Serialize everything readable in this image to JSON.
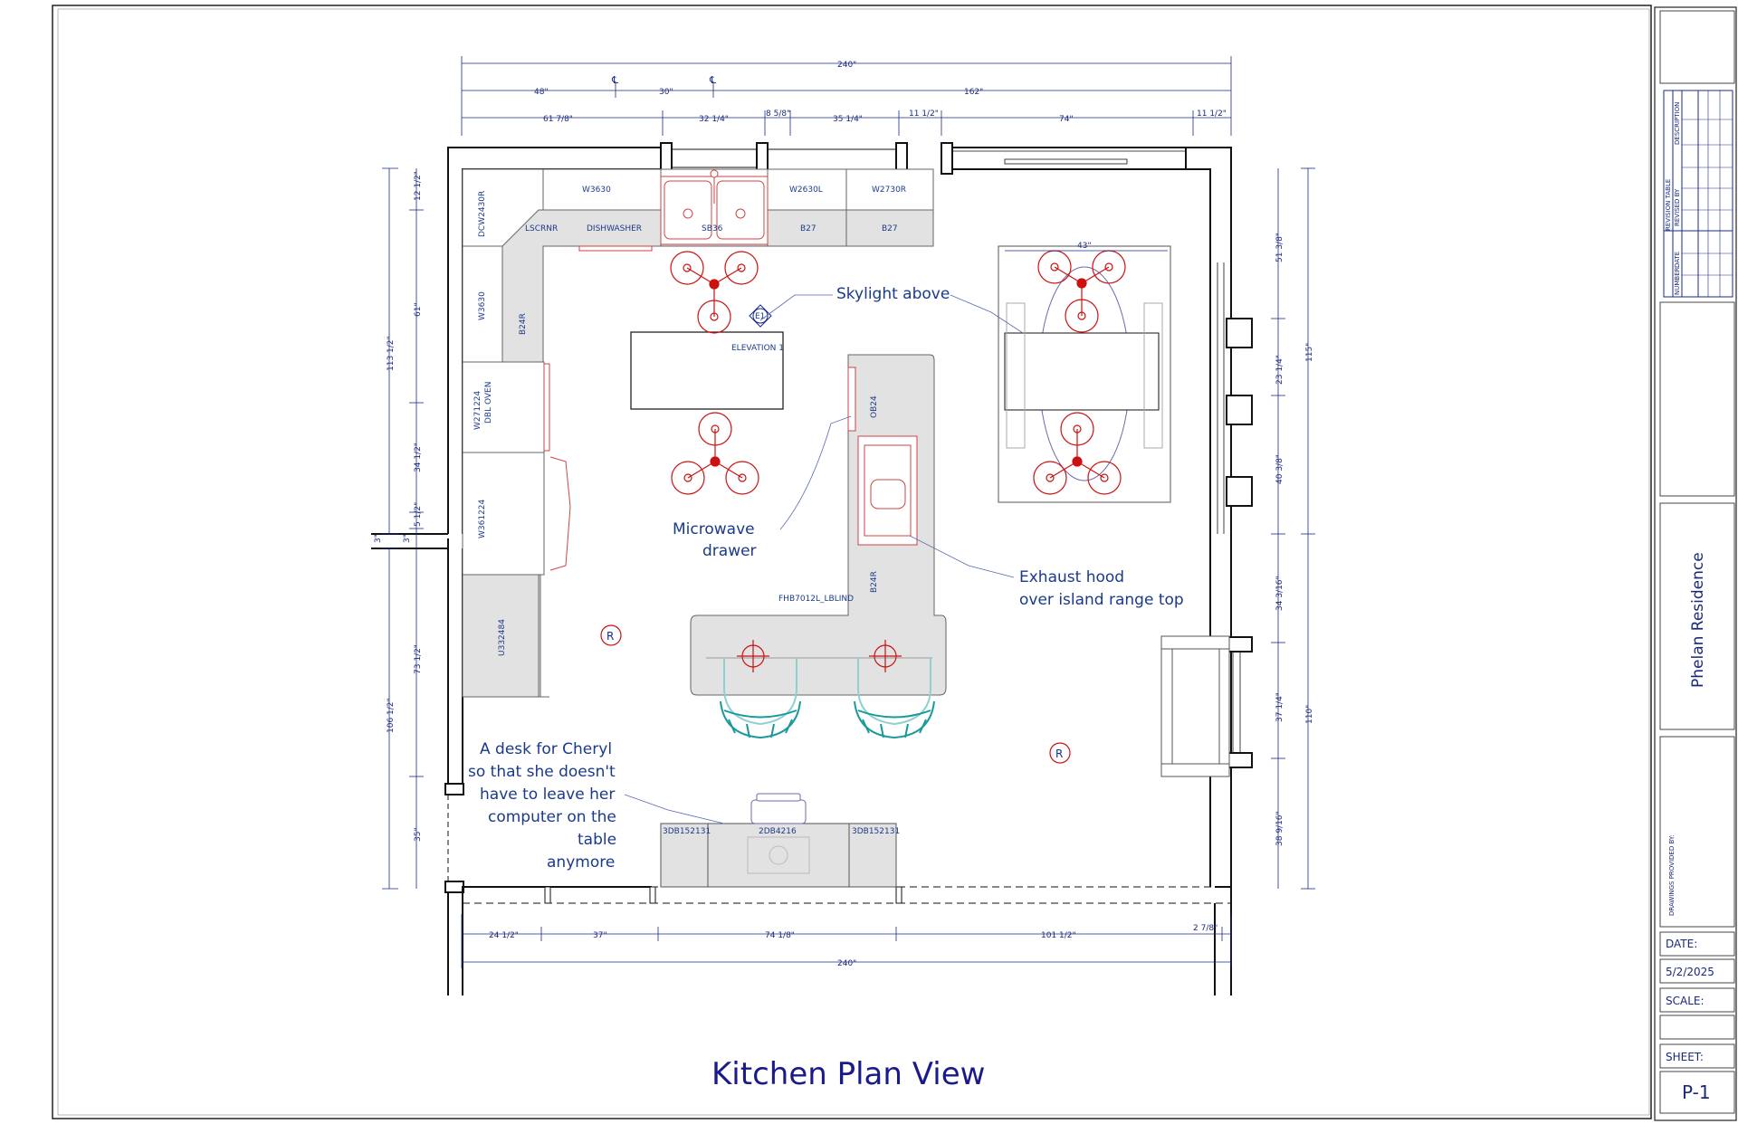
{
  "drawing_title": "Kitchen Plan View",
  "title_block": {
    "project_name": "Phelan Residence",
    "revision_table_title": "REVISION TABLE",
    "revision_columns": [
      "NUMBER",
      "DATE",
      "REVISED BY",
      "DESCRIPTION"
    ],
    "drawings_provided_by": "DRAWINGS PROVIDED BY:",
    "date_label": "DATE:",
    "date_value": "5/2/2025",
    "scale_label": "SCALE:",
    "scale_value": "",
    "sheet_label": "SHEET:",
    "sheet_value": "P-1"
  },
  "dimensions": {
    "top_overall": "240\"",
    "top_row2": [
      "48\"",
      "30\"",
      "162\""
    ],
    "top_row3": [
      "61 7/8\"",
      "32 1/4\"",
      "8 5/8\"",
      "35 1/4\"",
      "11 1/2\"",
      "74\"",
      "11 1/2\""
    ],
    "bottom_row1": [
      "24 1/2\"",
      "37\"",
      "74 1/8\"",
      "101 1/2\"",
      "2 7/8\""
    ],
    "bottom_overall": "240\"",
    "left_outer": [
      "113 1/2\"",
      "106 1/2\""
    ],
    "left_inner": [
      "12 1/2\"",
      "61\"",
      "34 1/2\"",
      "5 1/2\"",
      "73 1/2\"",
      "35\""
    ],
    "left_small": [
      "3\"",
      "3\""
    ],
    "right_outer": [
      "115\"",
      "110\""
    ],
    "right_inner": [
      "51 3/8\"",
      "23 1/4\"",
      "40 3/8\"",
      "34 3/16\"",
      "37 1/4\"",
      "38 9/16\""
    ],
    "table_width": "43\""
  },
  "cabinet_labels": {
    "dcw": "DCW2430R",
    "w3630_top": "W3630",
    "w2630l": "W2630L",
    "w2730r": "W2730R",
    "lscrnr": "LSCRNR",
    "dishwasher": "DISHWASHER",
    "sb36": "SB36",
    "b27a": "B27",
    "b27b": "B27",
    "w3630_left": "W3630",
    "b24r_left": "B24R",
    "w271224": "W271224",
    "dbl_oven": "DBL OVEN",
    "w361224": "W361224",
    "u332484": "U332484",
    "ob24": "OB24",
    "b24r_island": "B24R",
    "fhb": "FHB7012L_LBLIND",
    "elevation_tag": "E1",
    "elevation_label": "ELEVATION 1",
    "desk_left": "3DB152131",
    "desk_mid": "2DB4216",
    "desk_right": "3DB152131"
  },
  "notes": {
    "skylight": "Skylight above",
    "microwave_l1": "Microwave",
    "microwave_l2": "drawer",
    "exhaust_l1": "Exhaust hood",
    "exhaust_l2": "over island range top",
    "desk_l1": "A desk for Cheryl",
    "desk_l2": "so that she doesn't",
    "desk_l3": "have to leave her",
    "desk_l4": "computer on the",
    "desk_l5": "table",
    "desk_l6": "anymore"
  },
  "symbols": {
    "receptacle": "R",
    "centerline": "℄"
  },
  "colors": {
    "plan_blue": "#1a2a8a",
    "fixture_red": "#cc1111",
    "stool_teal": "#1a9a9a",
    "counter_gray": "#e2e2e2"
  }
}
